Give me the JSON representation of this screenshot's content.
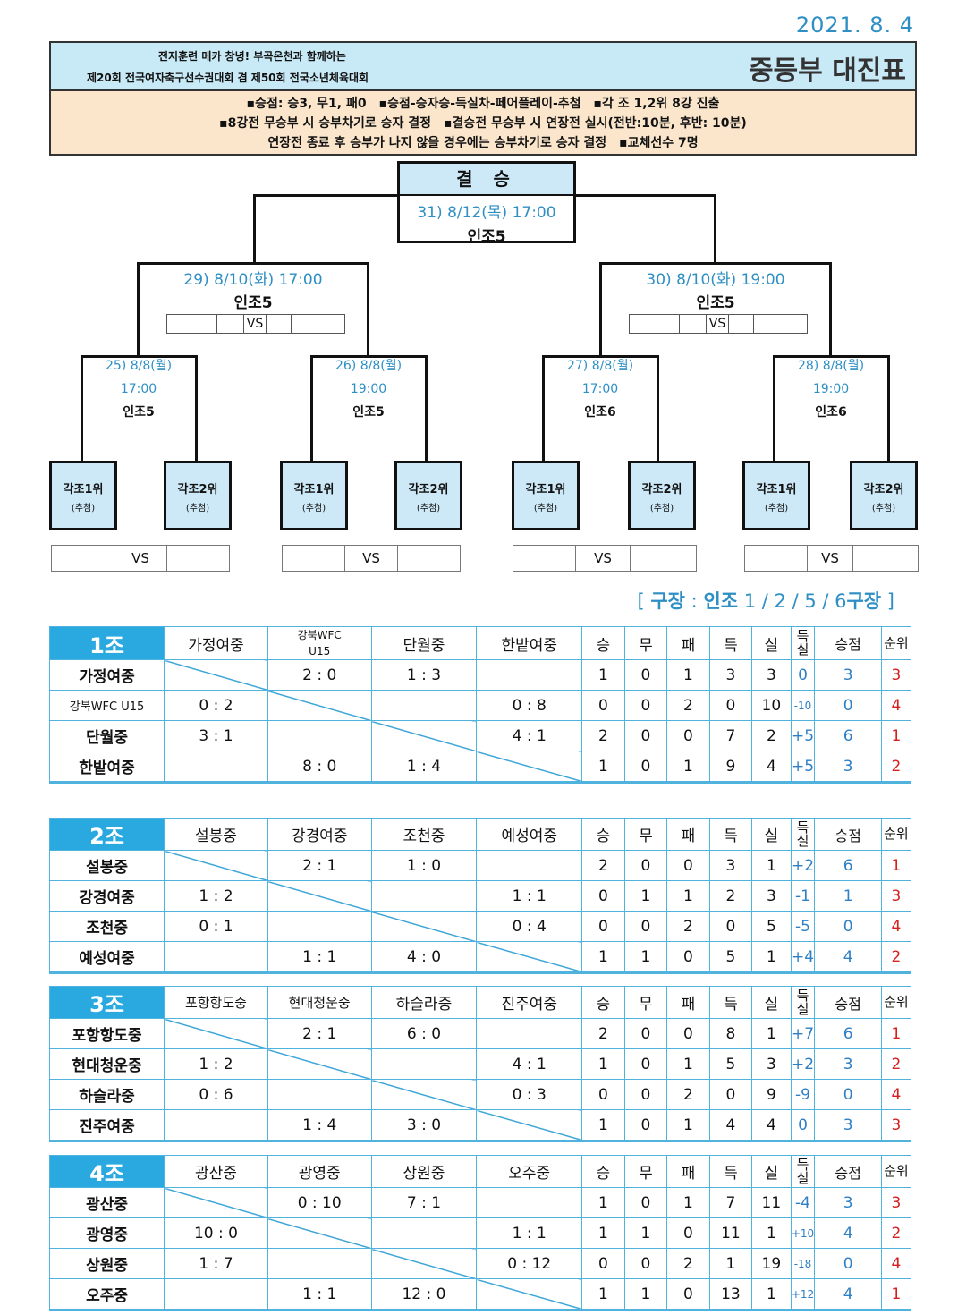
{
  "date": "2021. 8. 4",
  "header": {
    "line1": "전지훈련 메카 창녕! 부곡온천과 함께하는",
    "line2": "제20회 전국여자축구선수권대회 겸 제50회 전국소년체육대회",
    "title": "중등부 대진표"
  },
  "rules": [
    "▪승점: 승3, 무1, 패0　▪승점-승자승-득실차-페어플레이-추첨　▪각 조 1,2위 8강 진출",
    "▪8강전 무승부 시 승부차기로 승자 결정　▪결승전 무승부 시 연장전 실시(전반:10분, 후반: 10분)",
    "연장전 종료 후 승부가 나지 않을 경우에는 승부차기로 승자 결정　▪교체선수 7명"
  ],
  "final": {
    "label": "결 승",
    "when": "31) 8/12(목) 17:00",
    "place": "인조5"
  },
  "semis": [
    {
      "when": "29) 8/10(화) 17:00",
      "place": "인조5",
      "vs": "VS"
    },
    {
      "when": "30) 8/10(화) 19:00",
      "place": "인조5",
      "vs": "VS"
    }
  ],
  "quarters": [
    {
      "date": "25) 8/8(월)",
      "time": "17:00",
      "place": "인조5"
    },
    {
      "date": "26) 8/8(월)",
      "time": "19:00",
      "place": "인조5"
    },
    {
      "date": "27) 8/8(월)",
      "time": "17:00",
      "place": "인조6"
    },
    {
      "date": "28) 8/8(월)",
      "time": "19:00",
      "place": "인조6"
    }
  ],
  "teams": [
    {
      "name": "각조1위",
      "sub": "(추첨)"
    },
    {
      "name": "각조2위",
      "sub": "(추첨)"
    },
    {
      "name": "각조1위",
      "sub": "(추첨)"
    },
    {
      "name": "각조2위",
      "sub": "(추첨)"
    },
    {
      "name": "각조1위",
      "sub": "(추첨)"
    },
    {
      "name": "각조2위",
      "sub": "(추첨)"
    },
    {
      "name": "각조1위",
      "sub": "(추첨)"
    },
    {
      "name": "각조2위",
      "sub": "(추첨)"
    }
  ],
  "vs_label": "VS",
  "venue": {
    "prefix": "[ ",
    "label": "구장",
    "sep": " : ",
    "name": "인조",
    "nums": " 1 / 2 / 5 / 6",
    "suffix": "구장",
    "close": " ]"
  },
  "stat_headers": [
    "승",
    "무",
    "패",
    "득",
    "실",
    "득실",
    "승점",
    "순위"
  ],
  "groups": [
    {
      "name": "1조",
      "teams": [
        "가정여중",
        "강북WFC U15",
        "단월중",
        "한밭여중"
      ],
      "col_headers": [
        "가정여중",
        "강북WFC\nU15",
        "단월중",
        "한밭여중"
      ],
      "rows": [
        {
          "team": "가정여중",
          "results": [
            "",
            "2 : 0",
            "1 : 3",
            ""
          ],
          "w": "1",
          "d": "0",
          "l": "1",
          "gf": "3",
          "ga": "3",
          "gd": "0",
          "pts": "3",
          "rank": "3"
        },
        {
          "team": "강북WFC U15",
          "results": [
            "0 : 2",
            "",
            "",
            "0 : 8"
          ],
          "w": "0",
          "d": "0",
          "l": "2",
          "gf": "0",
          "ga": "10",
          "gd": "-10",
          "pts": "0",
          "rank": "4"
        },
        {
          "team": "단월중",
          "results": [
            "3 : 1",
            "",
            "",
            "4 : 1"
          ],
          "w": "2",
          "d": "0",
          "l": "0",
          "gf": "7",
          "ga": "2",
          "gd": "+5",
          "pts": "6",
          "rank": "1"
        },
        {
          "team": "한밭여중",
          "results": [
            "",
            "8 : 0",
            "1 : 4",
            ""
          ],
          "w": "1",
          "d": "0",
          "l": "1",
          "gf": "9",
          "ga": "4",
          "gd": "+5",
          "pts": "3",
          "rank": "2"
        }
      ]
    },
    {
      "name": "2조",
      "teams": [
        "설봉중",
        "강경여중",
        "조천중",
        "예성여중"
      ],
      "col_headers": [
        "설봉중",
        "강경여중",
        "조천중",
        "예성여중"
      ],
      "rows": [
        {
          "team": "설봉중",
          "results": [
            "",
            "2 : 1",
            "1 : 0",
            ""
          ],
          "w": "2",
          "d": "0",
          "l": "0",
          "gf": "3",
          "ga": "1",
          "gd": "+2",
          "pts": "6",
          "rank": "1"
        },
        {
          "team": "강경여중",
          "results": [
            "1 : 2",
            "",
            "",
            "1 : 1"
          ],
          "w": "0",
          "d": "1",
          "l": "1",
          "gf": "2",
          "ga": "3",
          "gd": "-1",
          "pts": "1",
          "rank": "3"
        },
        {
          "team": "조천중",
          "results": [
            "0 : 1",
            "",
            "",
            "0 : 4"
          ],
          "w": "0",
          "d": "0",
          "l": "2",
          "gf": "0",
          "ga": "5",
          "gd": "-5",
          "pts": "0",
          "rank": "4"
        },
        {
          "team": "예성여중",
          "results": [
            "",
            "1 : 1",
            "4 : 0",
            ""
          ],
          "w": "1",
          "d": "1",
          "l": "0",
          "gf": "5",
          "ga": "1",
          "gd": "+4",
          "pts": "4",
          "rank": "2"
        }
      ]
    },
    {
      "name": "3조",
      "teams": [
        "포항항도중",
        "현대청운중",
        "하슬라중",
        "진주여중"
      ],
      "col_headers": [
        "포항항도중",
        "현대청운중",
        "하슬라중",
        "진주여중"
      ],
      "rows": [
        {
          "team": "포항항도중",
          "results": [
            "",
            "2 : 1",
            "6 : 0",
            ""
          ],
          "w": "2",
          "d": "0",
          "l": "0",
          "gf": "8",
          "ga": "1",
          "gd": "+7",
          "pts": "6",
          "rank": "1"
        },
        {
          "team": "현대청운중",
          "results": [
            "1 : 2",
            "",
            "",
            "4 : 1"
          ],
          "w": "1",
          "d": "0",
          "l": "1",
          "gf": "5",
          "ga": "3",
          "gd": "+2",
          "pts": "3",
          "rank": "2"
        },
        {
          "team": "하슬라중",
          "results": [
            "0 : 6",
            "",
            "",
            "0 : 3"
          ],
          "w": "0",
          "d": "0",
          "l": "2",
          "gf": "0",
          "ga": "9",
          "gd": "-9",
          "pts": "0",
          "rank": "4"
        },
        {
          "team": "진주여중",
          "results": [
            "",
            "1 : 4",
            "3 : 0",
            ""
          ],
          "w": "1",
          "d": "0",
          "l": "1",
          "gf": "4",
          "ga": "4",
          "gd": "0",
          "pts": "3",
          "rank": "3"
        }
      ]
    },
    {
      "name": "4조",
      "teams": [
        "광산중",
        "광영중",
        "상원중",
        "오주중"
      ],
      "col_headers": [
        "광산중",
        "광영중",
        "상원중",
        "오주중"
      ],
      "rows": [
        {
          "team": "광산중",
          "results": [
            "",
            "0 : 10",
            "7 : 1",
            ""
          ],
          "w": "1",
          "d": "0",
          "l": "1",
          "gf": "7",
          "ga": "11",
          "gd": "-4",
          "pts": "3",
          "rank": "3"
        },
        {
          "team": "광영중",
          "results": [
            "10 : 0",
            "",
            "",
            "1 : 1"
          ],
          "w": "1",
          "d": "1",
          "l": "0",
          "gf": "11",
          "ga": "1",
          "gd": "+10",
          "pts": "4",
          "rank": "2"
        },
        {
          "team": "상원중",
          "results": [
            "1 : 7",
            "",
            "",
            "0 : 12"
          ],
          "w": "0",
          "d": "0",
          "l": "2",
          "gf": "1",
          "ga": "19",
          "gd": "-18",
          "pts": "0",
          "rank": "4"
        },
        {
          "team": "오주중",
          "results": [
            "",
            "1 : 1",
            "12 : 0",
            ""
          ],
          "w": "1",
          "d": "1",
          "l": "0",
          "gf": "13",
          "ga": "1",
          "gd": "+12",
          "pts": "4",
          "rank": "1"
        }
      ]
    }
  ]
}
